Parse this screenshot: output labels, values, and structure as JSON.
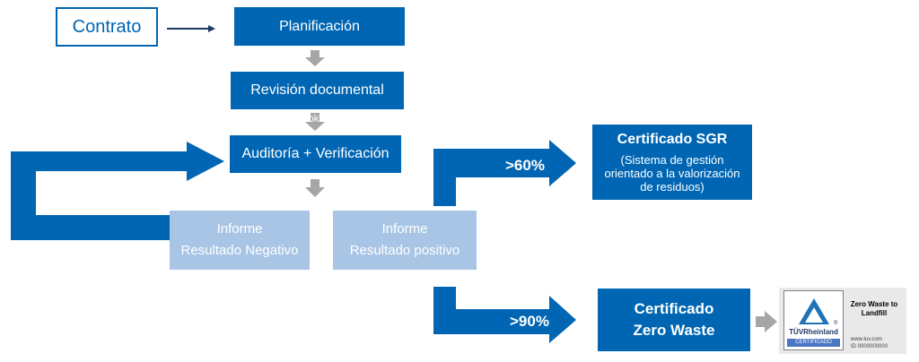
{
  "nodes": {
    "contrato": "Contrato",
    "planificacion": "Planificación",
    "revision": "Revisión documental",
    "ok_label": "ok",
    "auditoria": "Auditoría + Verificación",
    "informe_neg_line1": "Informe",
    "informe_neg_line2": "Resultado Negativo",
    "informe_pos_line1": "Informe",
    "informe_pos_line2": "Resultado positivo",
    "sgr_title": "Certificado SGR",
    "sgr_sub": "(Sistema de gestión orientado a la valorización de residuos)",
    "zw_line1": "Certificado",
    "zw_line2": "Zero Waste"
  },
  "arrows": {
    "pct60": ">60%",
    "pct90": ">90%"
  },
  "badge": {
    "brand": "TÜVRheinland",
    "reg_mark": "®",
    "cert_word": "CERTIFICADO",
    "title": "Zero Waste to Landfill",
    "website": "www.tuv.com",
    "id_text": "ID 0000000000"
  },
  "colors": {
    "primary": "#0066B3",
    "light": "#A9C5E5",
    "gray": "#A6A6A6"
  }
}
